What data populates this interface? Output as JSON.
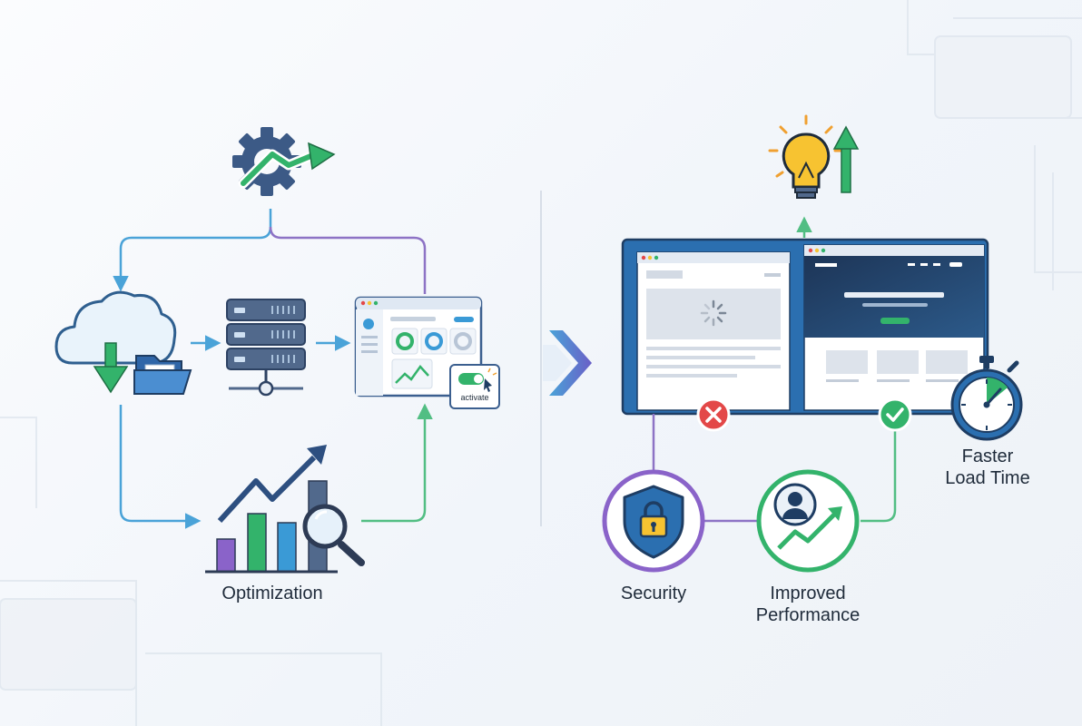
{
  "labels": {
    "optimization": "Optimization",
    "security": "Security",
    "improved_performance": "Improved\nPerformance",
    "faster_load_time": "Faster\nLoad Time",
    "activate": "activate"
  },
  "colors": {
    "blue": "#3a9ad6",
    "green": "#33b36b",
    "purple": "#8a63c9",
    "navy": "#1e3d63",
    "red": "#e34848",
    "yellow": "#f7c331",
    "line_blue": "#4aa3d8",
    "line_green": "#52be83",
    "line_purple": "#8d73c5"
  },
  "icons": [
    "gear-arrow-icon",
    "cloud-download-icon",
    "folder-icon",
    "server-icon",
    "dashboard-window-icon",
    "activate-toggle-icon",
    "bar-chart-trend-icon",
    "magnifier-icon",
    "transition-chevron-icon",
    "lightbulb-icon",
    "up-arrow-icon",
    "slow-browser-window-icon",
    "fast-website-window-icon",
    "error-x-icon",
    "success-check-icon",
    "stopwatch-icon",
    "shield-lock-icon",
    "user-growth-icon"
  ]
}
